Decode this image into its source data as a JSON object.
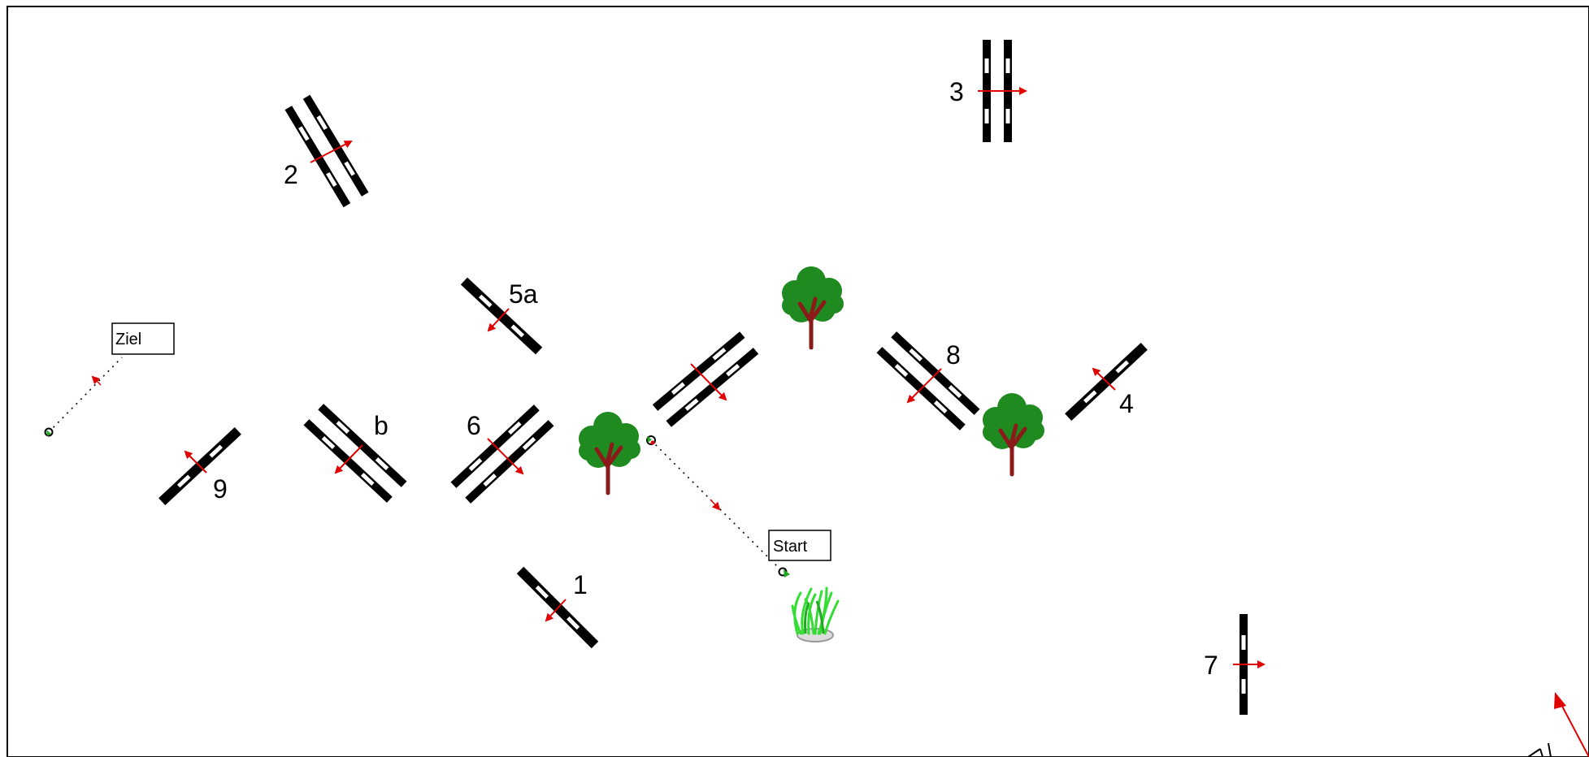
{
  "course": {
    "start_label": "Start",
    "finish_label": "Ziel",
    "obstacles": [
      {
        "id": "1",
        "label": "1",
        "kind": "vertical"
      },
      {
        "id": "2",
        "label": "2",
        "kind": "oxer"
      },
      {
        "id": "3",
        "label": "3",
        "kind": "oxer"
      },
      {
        "id": "4",
        "label": "4",
        "kind": "vertical"
      },
      {
        "id": "5a",
        "label": "5a",
        "kind": "vertical"
      },
      {
        "id": "5b",
        "label": "b",
        "kind": "oxer"
      },
      {
        "id": "6",
        "label": "6",
        "kind": "oxer"
      },
      {
        "id": "7",
        "label": "7",
        "kind": "vertical"
      },
      {
        "id": "8",
        "label": "8",
        "kind": "oxer"
      },
      {
        "id": "9",
        "label": "9",
        "kind": "vertical"
      },
      {
        "id": "unnumbered",
        "label": "",
        "kind": "oxer"
      }
    ],
    "decorations": [
      "tree",
      "tree",
      "tree",
      "plant-pot"
    ]
  },
  "colors": {
    "rail": "#000000",
    "rail_stripe": "#ffffff",
    "direction_arrow": "#e00000",
    "tree_crown": "#1f8a1f",
    "tree_trunk": "#8b1a1a",
    "plant": "#33dd33",
    "flag": "#22aa22"
  }
}
